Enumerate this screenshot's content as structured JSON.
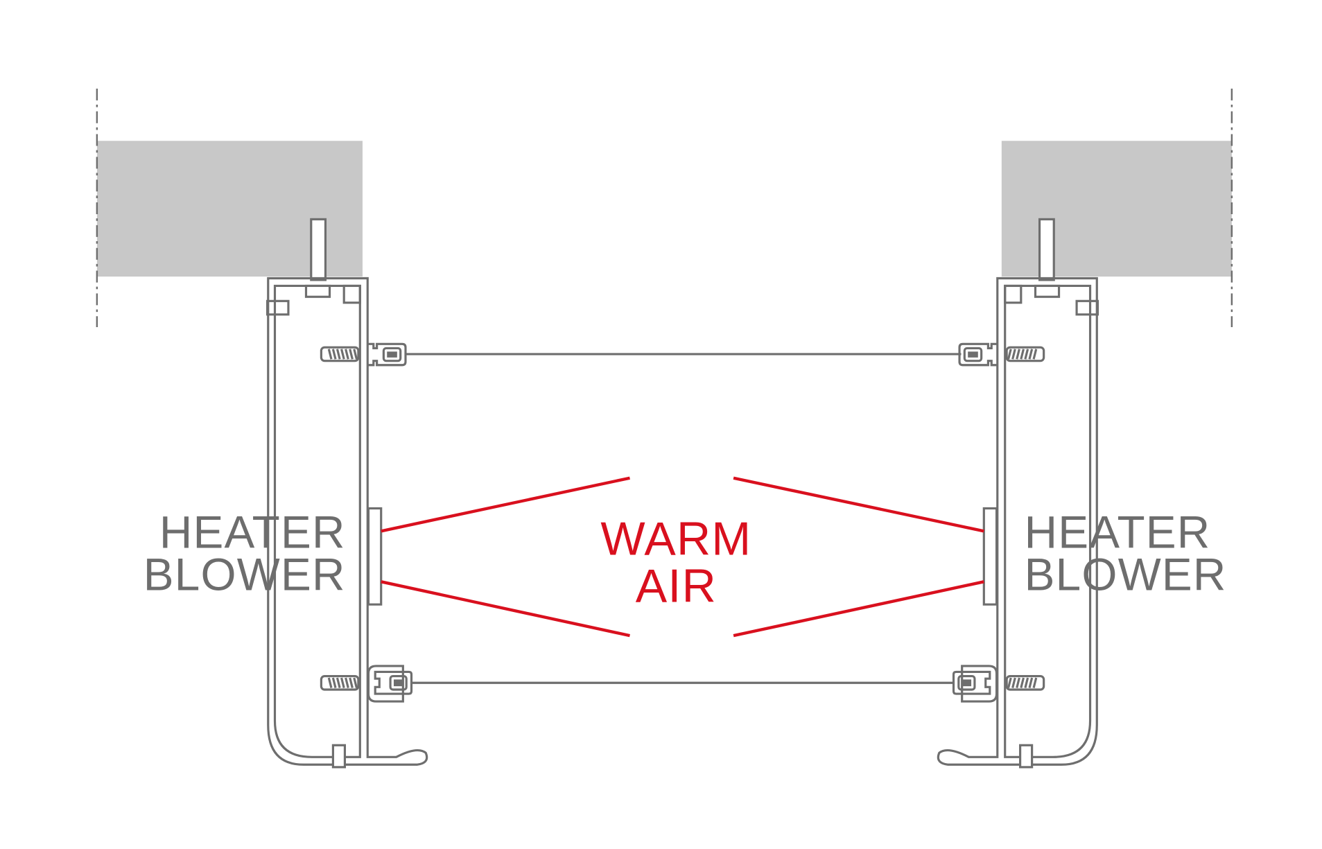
{
  "labels": {
    "left": {
      "line1": "HEATER",
      "line2": "BLOWER"
    },
    "right": {
      "line1": "HEATER",
      "line2": "BLOWER"
    },
    "center": {
      "line1": "WARM",
      "line2": "AIR"
    }
  },
  "colors": {
    "accent": "#d9101e",
    "line": "#6e6e6e",
    "wall": "#c8c8c8",
    "text": "#6d6d6d"
  }
}
